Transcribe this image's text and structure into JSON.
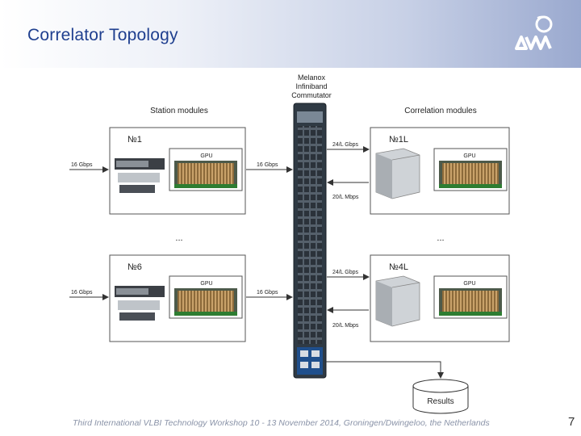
{
  "slide": {
    "title": "Correlator Topology",
    "footer": "Third International VLBI Technology Workshop 10 - 13 November 2014, Groningen/Dwingeloo, the Netherlands",
    "page_number": "7"
  },
  "diagram": {
    "switch_label": [
      "Melanox",
      "Infiniband",
      "Commutator"
    ],
    "station_header": "Station modules",
    "correlation_header": "Correlation modules",
    "station_modules": [
      {
        "id": "№1",
        "gpu_label": "GPU",
        "in_rate": "16 Gbps",
        "out_rate": "16 Gbps"
      },
      {
        "id": "№6",
        "gpu_label": "GPU",
        "in_rate": "16 Gbps",
        "out_rate": "16 Gbps"
      }
    ],
    "correlation_modules": [
      {
        "id": "№1L",
        "gpu_label": "GPU",
        "in_rate": "24/L Gbps",
        "out_rate": "20/L Mbps"
      },
      {
        "id": "№4L",
        "gpu_label": "GPU",
        "in_rate": "24/L Gbps",
        "out_rate": "20/L Mbps"
      }
    ],
    "ellipsis": "...",
    "results_label": "Results"
  }
}
